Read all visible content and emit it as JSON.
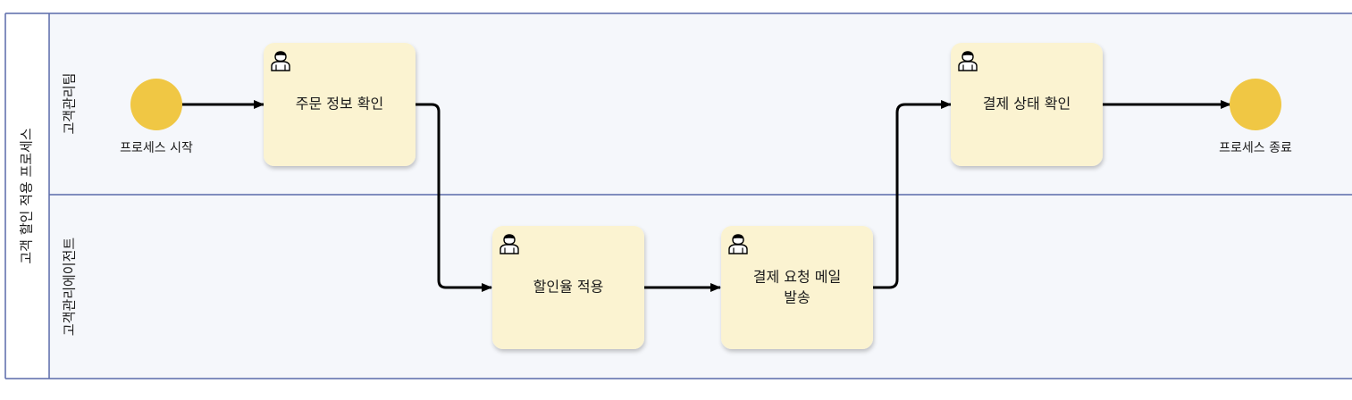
{
  "pool": {
    "title": "고객 할인 적용 프로세스"
  },
  "lanes": [
    {
      "id": "lane-1",
      "title": "고객관리팀"
    },
    {
      "id": "lane-2",
      "title": "고객관리에이전트"
    }
  ],
  "events": {
    "start": {
      "label": "프로세스 시작"
    },
    "end": {
      "label": "프로세스 종료"
    }
  },
  "tasks": [
    {
      "id": "task-1",
      "lines": [
        "주문 정보 확인"
      ],
      "type": "user-task",
      "icon": "user-icon"
    },
    {
      "id": "task-2",
      "lines": [
        "할인율 적용"
      ],
      "type": "user-task",
      "icon": "user-icon"
    },
    {
      "id": "task-3",
      "lines": [
        "결제 요청 메일",
        "발송"
      ],
      "type": "user-task",
      "icon": "user-icon"
    },
    {
      "id": "task-4",
      "lines": [
        "결제 상태 확인"
      ],
      "type": "user-task",
      "icon": "user-icon"
    }
  ],
  "colors": {
    "pool_border": "#5a6aaa",
    "lane_fill": "#f5f7fb",
    "task_fill": "#fbf3d1",
    "task_shadow": "#c9c3b0",
    "event_fill": "#f0c744",
    "flow_line": "#000000"
  }
}
